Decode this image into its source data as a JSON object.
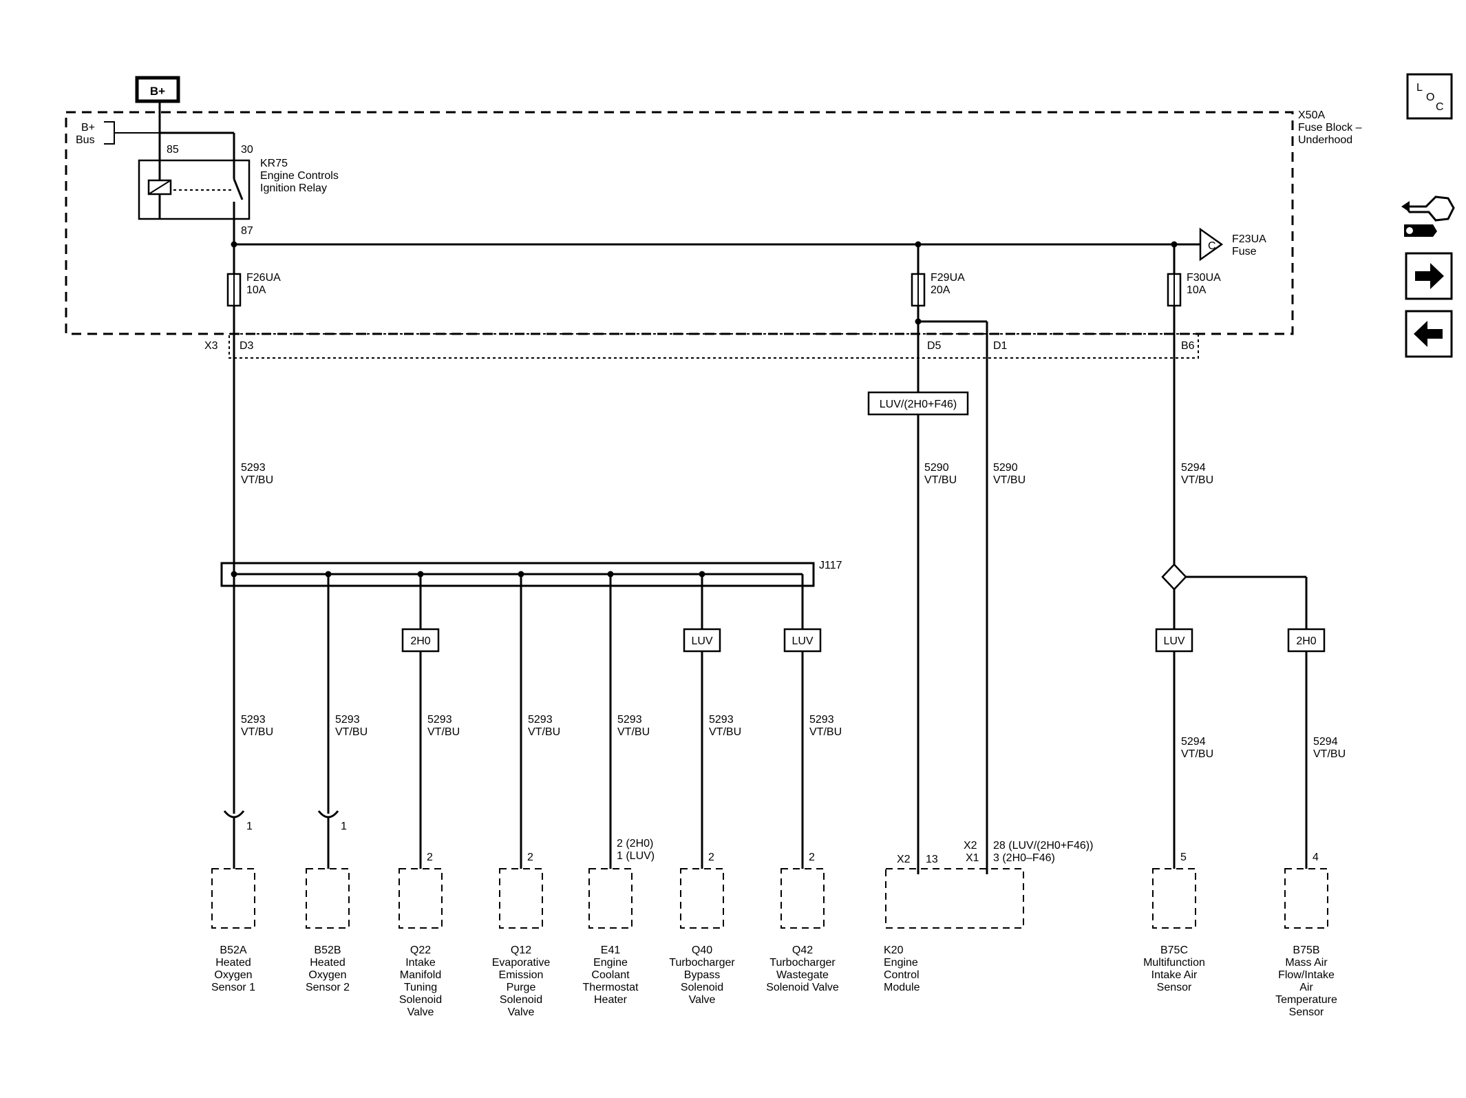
{
  "power": {
    "source": "B+",
    "bus_line1": "B+",
    "bus_line2": "Bus"
  },
  "fuse_block": {
    "id": "X50A",
    "name_line1": "Fuse Block –",
    "name_line2": "Underhood",
    "connector": "X3"
  },
  "relay": {
    "id": "KR75",
    "name_line1": "Engine Controls",
    "name_line2": "Ignition Relay",
    "pin_85": "85",
    "pin_30": "30",
    "pin_87": "87"
  },
  "fuses": [
    {
      "id": "F26UA",
      "rating": "10A",
      "pin": "D3"
    },
    {
      "id": "F29UA",
      "rating": "20A",
      "pin": "D5"
    },
    {
      "id": "F30UA",
      "rating": "10A",
      "pin": "B6"
    }
  ],
  "fuse_f23": {
    "id": "F23UA",
    "label": "Fuse",
    "letter": "C"
  },
  "pin_d1": "D1",
  "option_luv_2h0": "LUV/(2H0+F46)",
  "wires": {
    "w5293": {
      "circuit": "5293",
      "color": "VT/BU"
    },
    "w5290": {
      "circuit": "5290",
      "color": "VT/BU"
    },
    "w5294": {
      "circuit": "5294",
      "color": "VT/BU"
    }
  },
  "splice": {
    "id": "J117"
  },
  "options": {
    "h0": "2H0",
    "luv": "LUV"
  },
  "components": [
    {
      "pin": "1",
      "id": "B52A",
      "name": [
        "Heated",
        "Oxygen",
        "Sensor 1"
      ]
    },
    {
      "pin": "1",
      "id": "B52B",
      "name": [
        "Heated",
        "Oxygen",
        "Sensor 2"
      ]
    },
    {
      "pin": "2",
      "id": "Q22",
      "name": [
        "Intake",
        "Manifold",
        "Tuning",
        "Solenoid",
        "Valve"
      ]
    },
    {
      "pin": "2",
      "id": "Q12",
      "name": [
        "Evaporative",
        "Emission",
        "Purge",
        "Solenoid",
        "Valve"
      ]
    },
    {
      "pin": "2 (2H0)",
      "pin2": "1 (LUV)",
      "id": "E41",
      "name": [
        "Engine",
        "Coolant",
        "Thermostat",
        "Heater"
      ]
    },
    {
      "pin": "2",
      "id": "Q40",
      "name": [
        "Turbocharger",
        "Bypass",
        "Solenoid",
        "Valve"
      ]
    },
    {
      "pin": "2",
      "id": "Q42",
      "name": [
        "Turbocharger",
        "Wastegate",
        "Solenoid Valve"
      ]
    }
  ],
  "ecm": {
    "id": "K20",
    "name": [
      "Engine",
      "Control",
      "Module"
    ],
    "x2_a": "X2",
    "pin_13": "13",
    "x2_b": "X2",
    "x1": "X1",
    "pin_28": "28 (LUV/(2H0+F46))",
    "pin_3": "3 (2H0–F46)"
  },
  "sensors_right": [
    {
      "pin": "5",
      "id": "B75C",
      "name": [
        "Multifunction",
        "Intake Air",
        "Sensor"
      ]
    },
    {
      "pin": "4",
      "id": "B75B",
      "name": [
        "Mass Air",
        "Flow/Intake",
        "Air",
        "Temperature",
        "Sensor"
      ]
    }
  ],
  "nav": {
    "loc_l": "L",
    "loc_o": "O",
    "loc_c": "C"
  }
}
